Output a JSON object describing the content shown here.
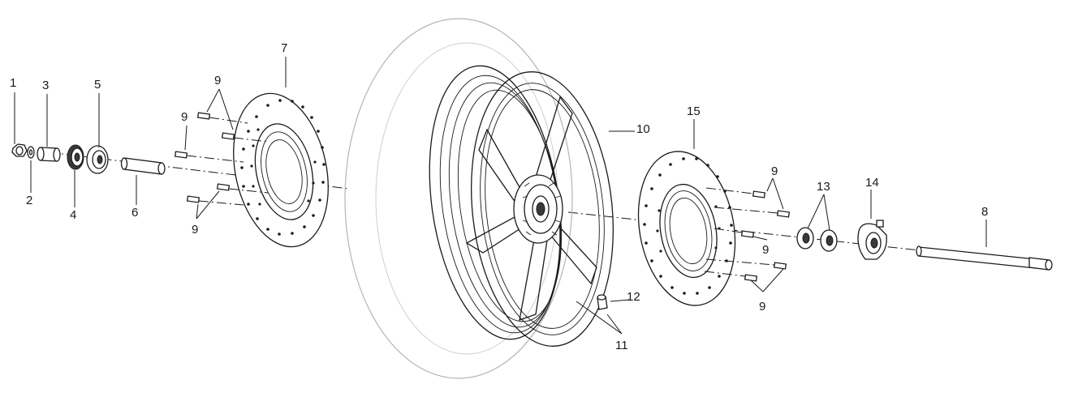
{
  "callouts": {
    "c1": "1",
    "c2": "2",
    "c3": "3",
    "c4": "4",
    "c5": "5",
    "c6": "6",
    "c7": "7",
    "c8": "8",
    "c9_top": "9",
    "c9_left": "9",
    "c9_lower_left": "9",
    "c9_right_top": "9",
    "c9_right_mid": "9",
    "c9_right_low": "9",
    "c10": "10",
    "c11": "11",
    "c12": "12",
    "c13": "13",
    "c14": "14",
    "c15": "15"
  },
  "colors": {
    "line": "#1a1a1a",
    "tire_outline": "#b5b5b5",
    "background": "#ffffff"
  }
}
